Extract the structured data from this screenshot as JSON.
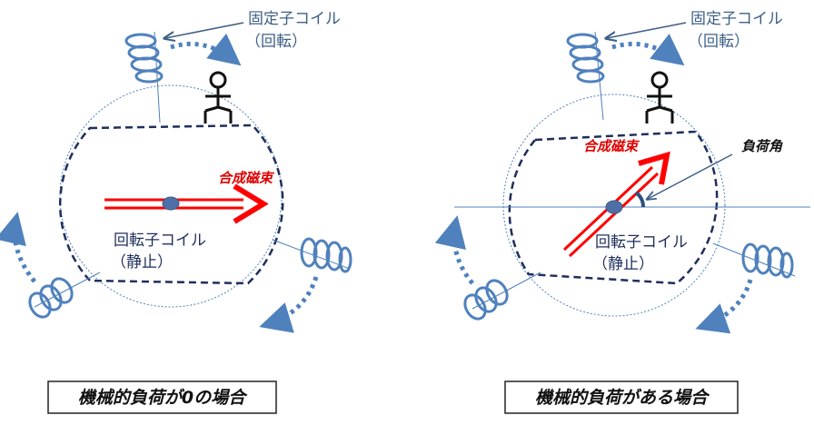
{
  "colors": {
    "coil": "#4f81bd",
    "rotor_outline": "#1f2f5c",
    "flux_red": "#ff0000",
    "label_blue": "#3d5f86",
    "caption_border": "#222222"
  },
  "left_panel": {
    "stator_coil_label_line1": "固定子コイル",
    "stator_coil_label_line2": "（回転）",
    "flux_label": "合成磁束",
    "rotor_coil_label_line1": "回転子コイル",
    "rotor_coil_label_line2": "（静止）",
    "caption": "機械的負荷が0の場合"
  },
  "right_panel": {
    "stator_coil_label_line1": "固定子コイル",
    "stator_coil_label_line2": "（回転）",
    "flux_label": "合成磁束",
    "load_angle_label": "負荷角",
    "rotor_coil_label_line1": "回転子コイル",
    "rotor_coil_label_line2": "（静止）",
    "caption": "機械的負荷がある場合"
  }
}
